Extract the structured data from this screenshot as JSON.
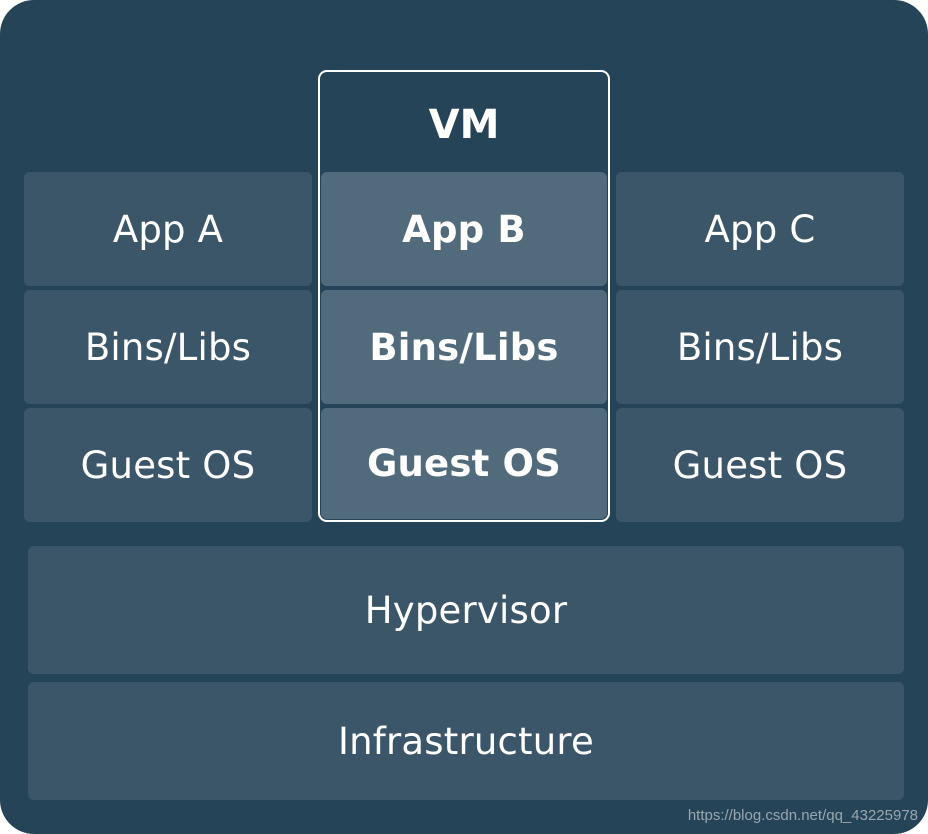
{
  "vm": {
    "title": "VM"
  },
  "columns": [
    {
      "app": "App A",
      "bins": "Bins/Libs",
      "os": "Guest OS"
    },
    {
      "app": "App B",
      "bins": "Bins/Libs",
      "os": "Guest OS"
    },
    {
      "app": "App C",
      "bins": "Bins/Libs",
      "os": "Guest OS"
    }
  ],
  "layers": {
    "hypervisor": "Hypervisor",
    "infrastructure": "Infrastructure"
  },
  "watermark": "https://blog.csdn.net/qq_43225978",
  "colors": {
    "background": "#264457",
    "block": "#3c5669",
    "vm_block": "#516a7c",
    "text": "#ffffff",
    "vm_border": "#ffffff"
  }
}
